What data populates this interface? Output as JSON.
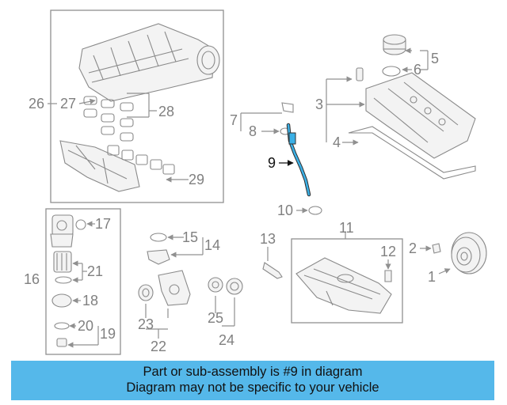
{
  "callouts": {
    "c1": "1",
    "c2": "2",
    "c3": "3",
    "c4": "4",
    "c5": "5",
    "c6": "6",
    "c7": "7",
    "c8": "8",
    "c9": "9",
    "c10": "10",
    "c11": "11",
    "c12": "12",
    "c13": "13",
    "c14": "14",
    "c15": "15",
    "c16": "16",
    "c17": "17",
    "c18": "18",
    "c19": "19",
    "c20": "20",
    "c21": "21",
    "c22": "22",
    "c23": "23",
    "c24": "24",
    "c25": "25",
    "c26": "26",
    "c27": "27",
    "c28": "28",
    "c29": "29"
  },
  "highlight": {
    "part": "9",
    "color": "#3bb0e6"
  },
  "banner": {
    "line1": "Part or sub-assembly is #9 in diagram",
    "line2": "Diagram may not be specific to your vehicle",
    "background": "#55b8ea"
  }
}
